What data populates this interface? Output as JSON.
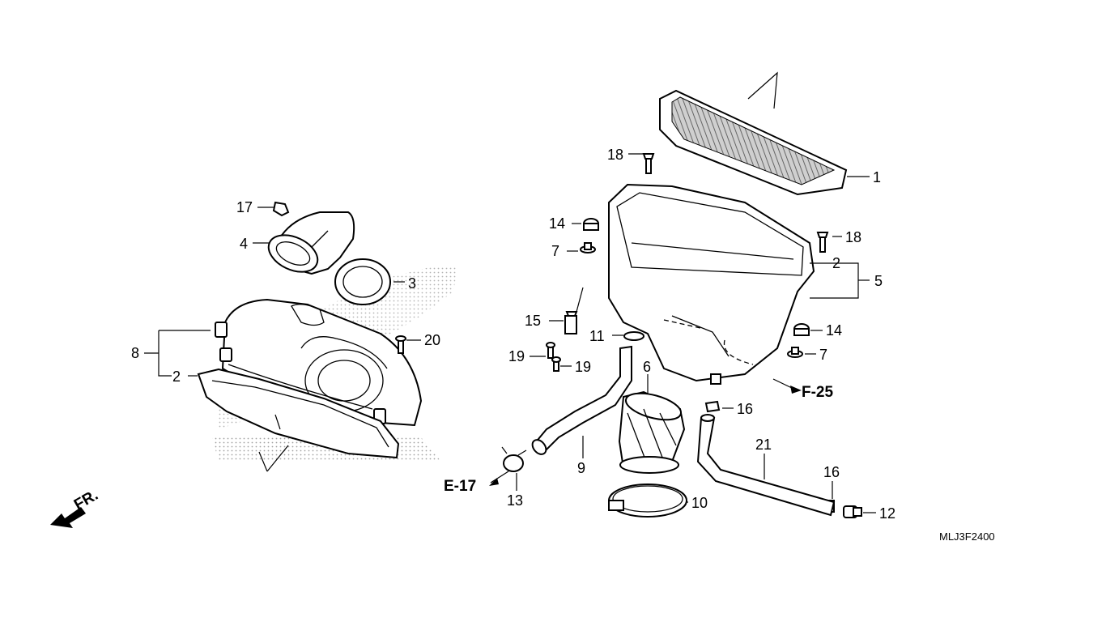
{
  "diagram": {
    "code": "MLJ3F2400",
    "front_label": "FR.",
    "refs": {
      "e17": "E-17",
      "f25": "F-25"
    },
    "callouts": {
      "c1": "1",
      "c2a": "2",
      "c2b": "2",
      "c3": "3",
      "c4": "4",
      "c5": "5",
      "c6": "6",
      "c7a": "7",
      "c7b": "7",
      "c8": "8",
      "c9": "9",
      "c10": "10",
      "c11": "11",
      "c12": "12",
      "c13": "13",
      "c14a": "14",
      "c14b": "14",
      "c15": "15",
      "c16a": "16",
      "c16b": "16",
      "c17": "17",
      "c18a": "18",
      "c18b": "18",
      "c19a": "19",
      "c19b": "19",
      "c20": "20",
      "c21": "21"
    }
  }
}
